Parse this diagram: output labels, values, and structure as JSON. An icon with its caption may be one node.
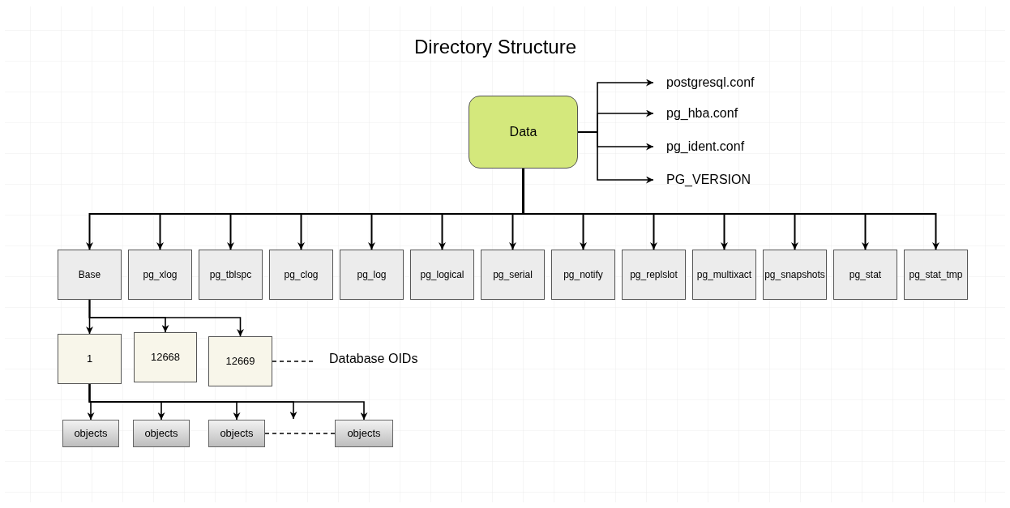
{
  "diagram": {
    "title": "Directory Structure",
    "nodes": [
      {
        "text": [
          "Data"
        ]
      },
      {
        "text": [
          "postgresql.conf"
        ]
      },
      {
        "text": [
          "pg_hba.conf"
        ]
      },
      {
        "text": [
          "pg_ident.conf"
        ]
      },
      {
        "text": [
          "PG_VERSION"
        ]
      },
      {
        "text": [
          "Base"
        ]
      },
      {
        "text": [
          "pg_xlog"
        ]
      },
      {
        "text": [
          "pg_tblspc"
        ]
      },
      {
        "text": [
          "pg_clog"
        ]
      },
      {
        "text": [
          "pg_log"
        ]
      },
      {
        "text": [
          "pg_logical"
        ]
      },
      {
        "text": [
          "pg_serial"
        ]
      },
      {
        "text": [
          "pg_notify"
        ]
      },
      {
        "text": [
          "pg_replslot"
        ]
      },
      {
        "text": [
          "pg_multixact"
        ]
      },
      {
        "text": [
          "pg_snapshots"
        ]
      },
      {
        "text": [
          "pg_stat"
        ]
      },
      {
        "text": [
          "pg_stat_tmp"
        ]
      },
      {
        "text": [
          "1"
        ]
      },
      {
        "text": [
          "12668"
        ]
      },
      {
        "text": [
          "12669"
        ]
      },
      {
        "text": [
          "Database OIDs"
        ]
      },
      {
        "text": [
          "objects"
        ]
      },
      {
        "text": [
          "objects"
        ]
      },
      {
        "text": [
          "objects"
        ]
      },
      {
        "text": [
          "objects"
        ]
      }
    ],
    "edges": [
      {
        "from": 0,
        "to": 1,
        "arrow": "to"
      },
      {
        "from": 0,
        "to": 2,
        "arrow": "to"
      },
      {
        "from": 0,
        "to": 3,
        "arrow": "to"
      },
      {
        "from": 0,
        "to": 4,
        "arrow": "to"
      },
      {
        "from": 0,
        "to": 5,
        "arrow": "to"
      },
      {
        "from": 0,
        "to": 6,
        "arrow": "to"
      },
      {
        "from": 0,
        "to": 7,
        "arrow": "to"
      },
      {
        "from": 0,
        "to": 8,
        "arrow": "to"
      },
      {
        "from": 0,
        "to": 9,
        "arrow": "to"
      },
      {
        "from": 0,
        "to": 10,
        "arrow": "to"
      },
      {
        "from": 0,
        "to": 11,
        "arrow": "to"
      },
      {
        "from": 0,
        "to": 12,
        "arrow": "to"
      },
      {
        "from": 0,
        "to": 13,
        "arrow": "to"
      },
      {
        "from": 0,
        "to": 14,
        "arrow": "to"
      },
      {
        "from": 0,
        "to": 15,
        "arrow": "to"
      },
      {
        "from": 0,
        "to": 16,
        "arrow": "to"
      },
      {
        "from": 0,
        "to": 17,
        "arrow": "to"
      },
      {
        "from": 5,
        "to": 18,
        "arrow": "to"
      },
      {
        "from": 5,
        "to": 19,
        "arrow": "to"
      },
      {
        "from": 5,
        "to": 20,
        "arrow": "to"
      },
      {
        "from": 20,
        "to": 21,
        "arrow": "none",
        "style": "dashed"
      },
      {
        "from": 18,
        "to": 22,
        "arrow": "to"
      },
      {
        "from": 18,
        "to": 23,
        "arrow": "to"
      },
      {
        "from": 18,
        "to": 24,
        "arrow": "to"
      },
      {
        "from": 18,
        "to": null,
        "arrow": "to"
      },
      {
        "from": 18,
        "to": 25,
        "arrow": "to"
      },
      {
        "from": 24,
        "to": 25,
        "arrow": "none",
        "style": "dashed"
      }
    ]
  }
}
